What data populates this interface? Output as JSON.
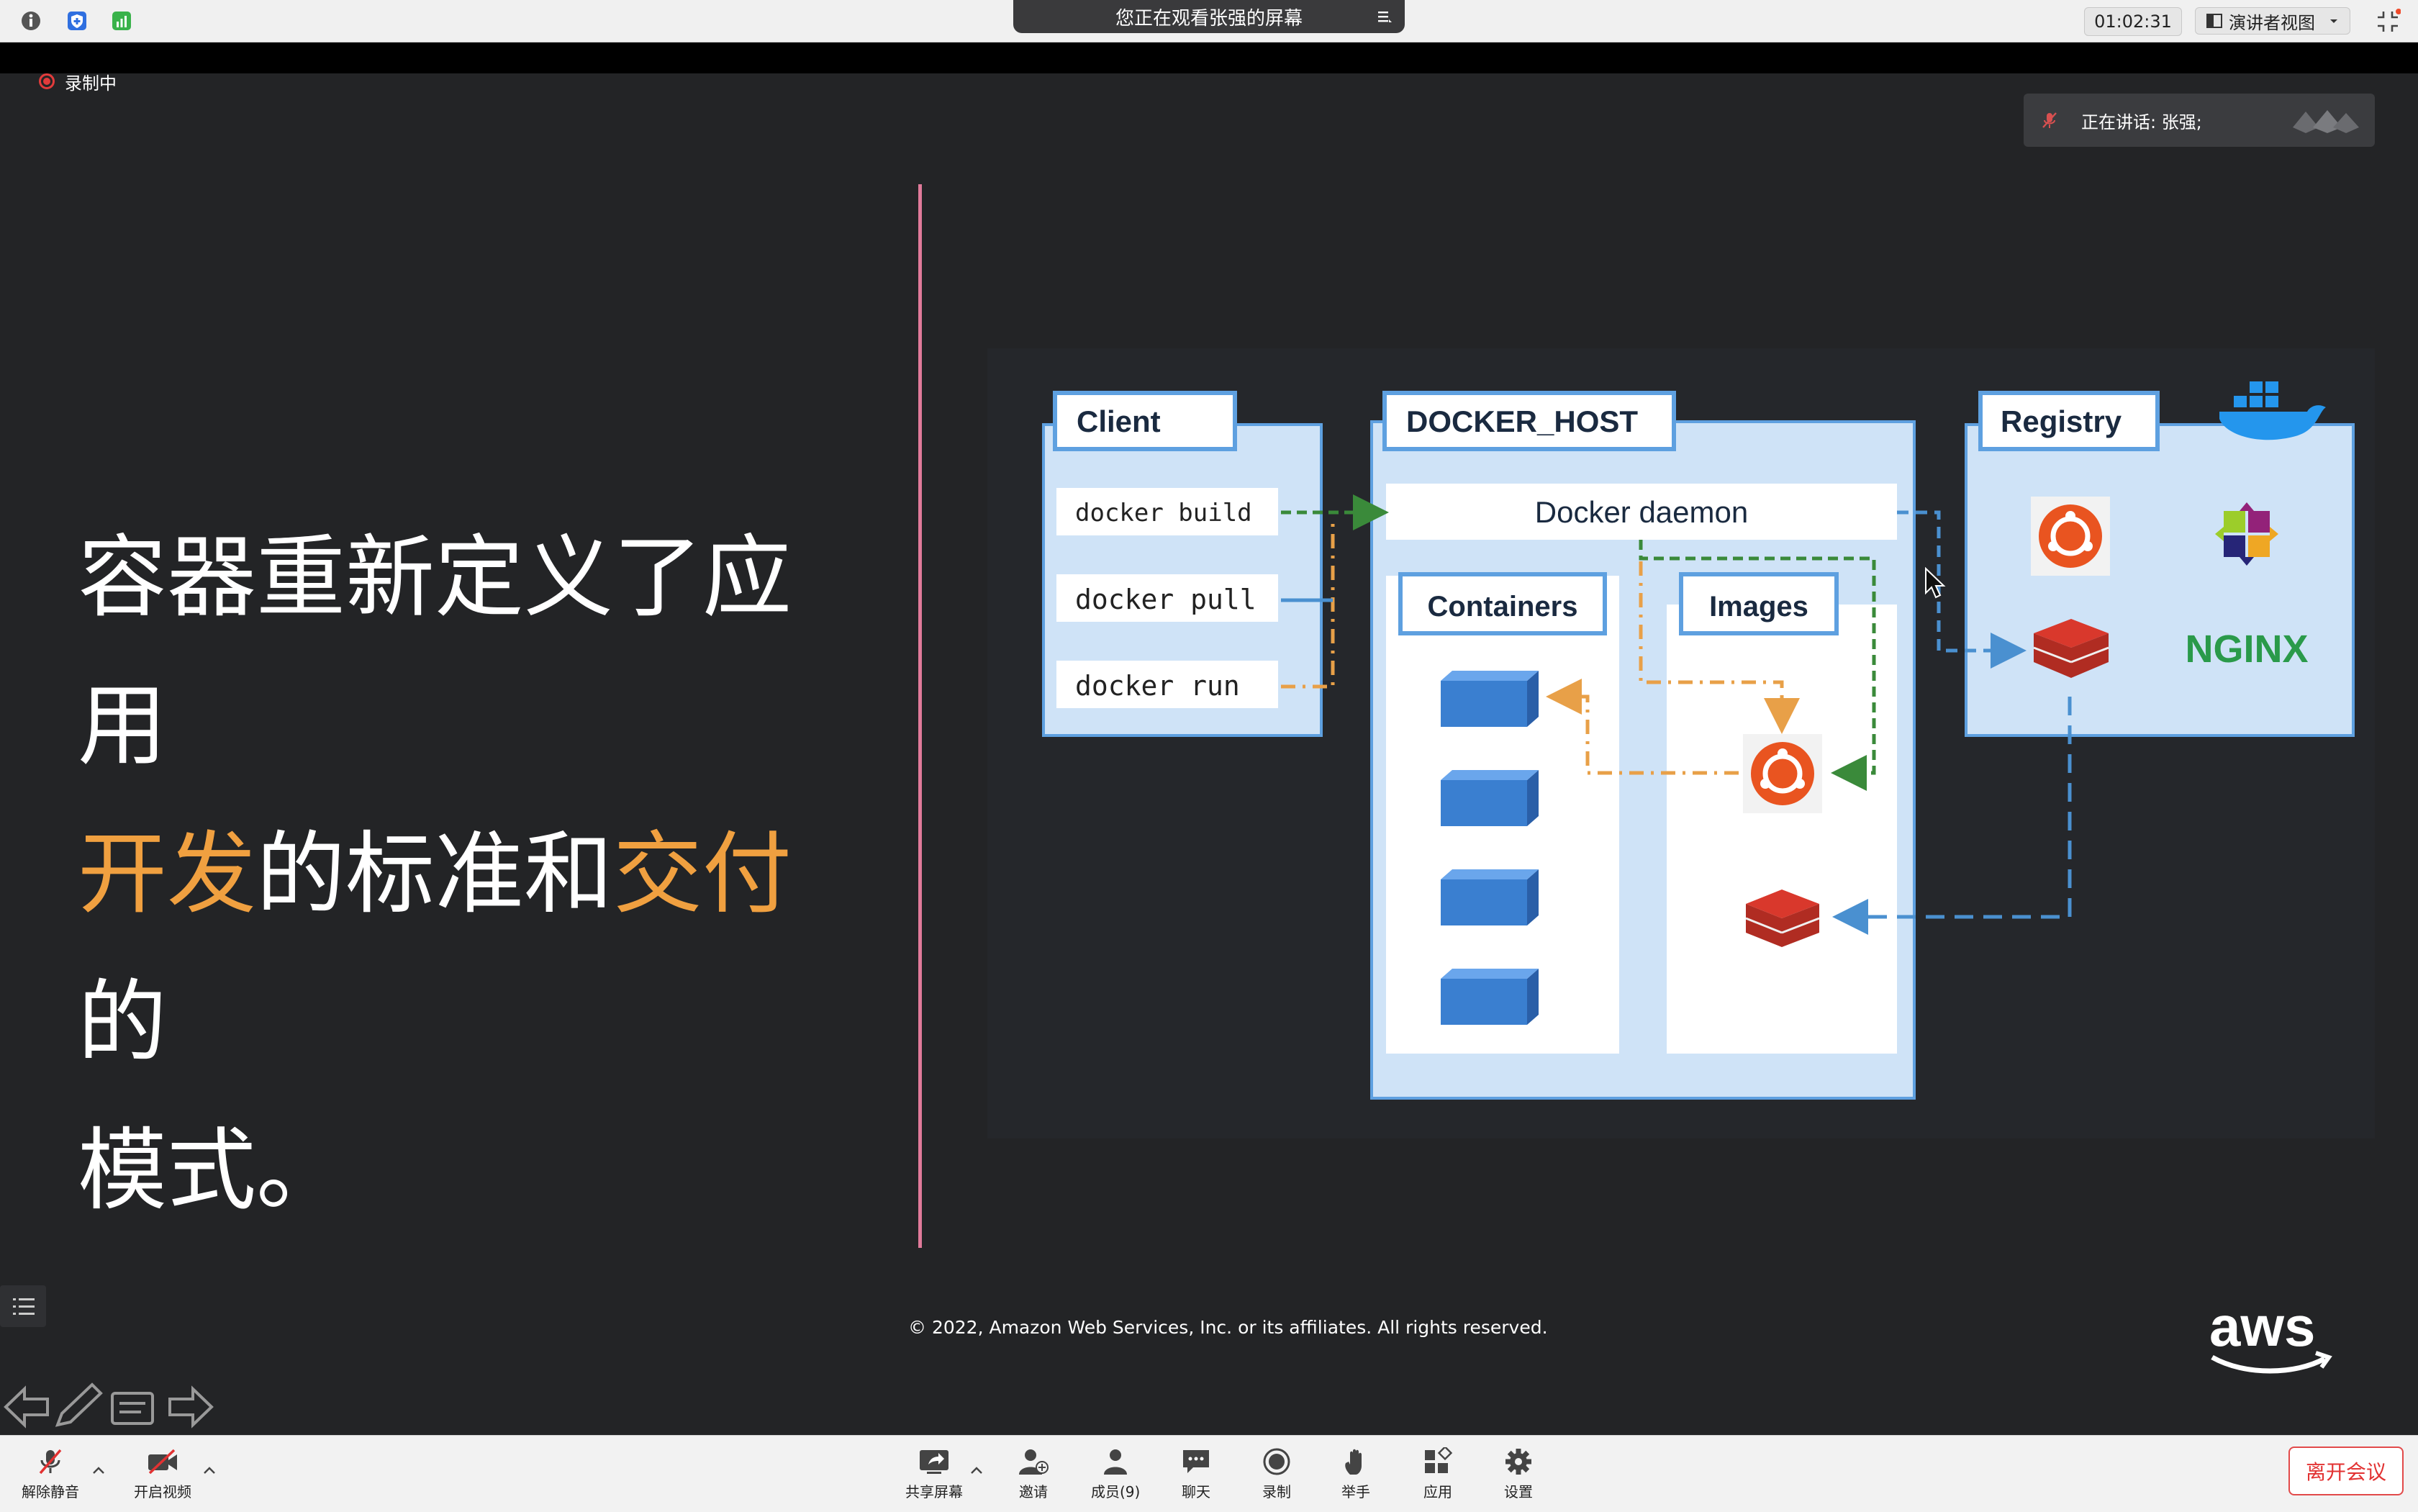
{
  "topbar": {
    "banner_text": "您正在观看张强的屏幕",
    "timer": "01:02:31",
    "view_mode": "演讲者视图"
  },
  "status": {
    "recording_label": "录制中",
    "speaking_label": "正在讲话: 张强;"
  },
  "slide": {
    "line1": "容器重新定义了应用",
    "line2_hl1": "开发",
    "line2_mid": "的标准和",
    "line2_hl2": "交付",
    "line2_end": "的",
    "line3": "模式。",
    "copyright": "© 2022, Amazon Web Services, Inc. or its affiliates. All rights reserved.",
    "diagram": {
      "client_title": "Client",
      "client_cmds": [
        "docker build",
        "docker pull",
        "docker run"
      ],
      "host_title": "DOCKER_HOST",
      "daemon_label": "Docker daemon",
      "containers_title": "Containers",
      "images_title": "Images",
      "registry_title": "Registry",
      "nginx_label": "NGINX"
    },
    "aws_label": "aws"
  },
  "toolbar": {
    "mute": "解除静音",
    "video": "开启视频",
    "share": "共享屏幕",
    "invite": "邀请",
    "members": "成员(9)",
    "chat": "聊天",
    "record": "录制",
    "raise_hand": "举手",
    "apps": "应用",
    "settings": "设置",
    "leave": "离开会议"
  },
  "colors": {
    "accent_orange": "#f0a040",
    "diagram_blue": "#3a7fd0",
    "leave_red": "#e23232"
  }
}
